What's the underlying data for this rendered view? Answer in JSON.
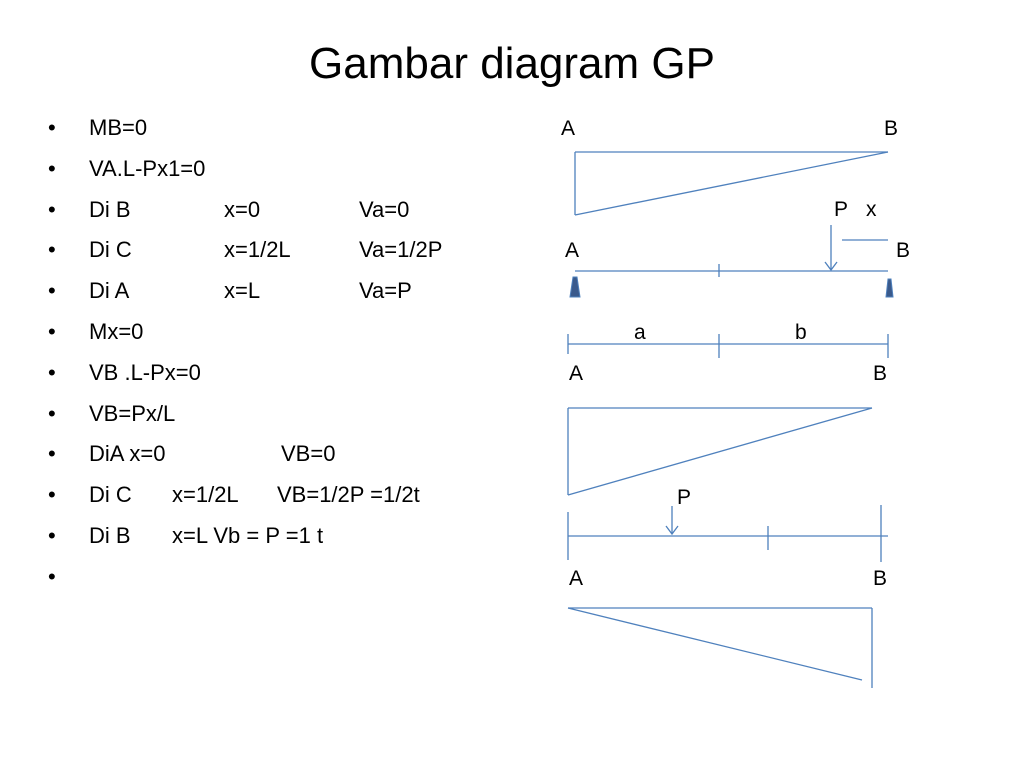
{
  "slide": {
    "title": "Gambar diagram GP",
    "bullet_symbol": "•",
    "bullets": [
      [
        "MB=0"
      ],
      [
        "VA.L-Px1=0"
      ],
      [
        "Di B",
        "x=0",
        "Va=0"
      ],
      [
        "Di C",
        "x=1/2L",
        "Va=1/2P"
      ],
      [
        "Di A",
        "x=L",
        "Va=P"
      ],
      [
        "Mx=0"
      ],
      [
        "VB .L-Px=0"
      ],
      [
        "VB=Px/L"
      ],
      [
        "DiA x=0",
        "VB=0"
      ],
      [
        "Di C",
        "x=1/2L",
        "VB=1/2P =1/2t"
      ],
      [
        "Di B",
        "x=L Vb = P  =1 t"
      ],
      []
    ]
  },
  "diagram": {
    "line_color": "#4f81bd",
    "support_color": "#3a5a8c",
    "influence_line_a": {
      "left_label": "A",
      "right_label": "B"
    },
    "beam": {
      "left_label": "A",
      "right_label": "B",
      "load_label": "P",
      "distance_label": "x"
    },
    "dimension": {
      "left_part_label": "a",
      "right_part_label": "b"
    },
    "influence_line_b": {
      "left_label": "A",
      "right_label": "B",
      "load_label": "P"
    },
    "influence_line_c": {
      "left_label": "A",
      "right_label": "B"
    }
  }
}
